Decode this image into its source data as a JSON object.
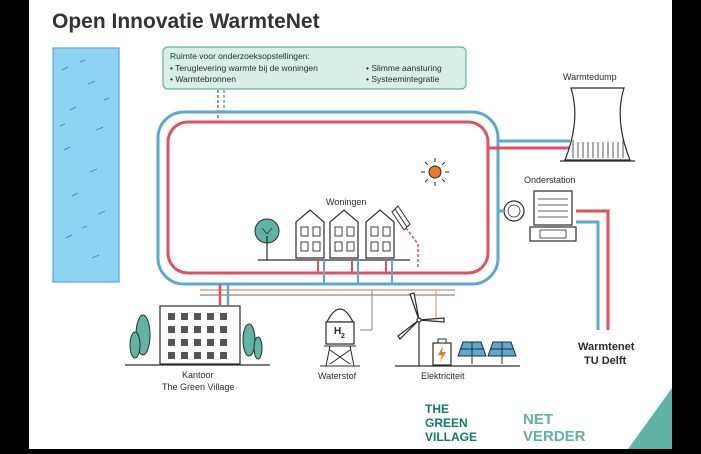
{
  "title": "Open Innovatie WarmteNet",
  "infobox": {
    "heading": "Ruimte voor onderzoeksopstellingen:",
    "items_left": [
      "• Teruglevering warmte bij de woningen",
      "• Warmtebronnen"
    ],
    "items_right": [
      "• Slimme aansturing",
      "• Systeemintegratie"
    ]
  },
  "labels": {
    "warmtedump": "Warmtedump",
    "onderstation": "Onderstation",
    "woningen": "Woningen",
    "kantoor_line1": "Kantoor",
    "kantoor_line2": "The Green Village",
    "waterstof": "Waterstof",
    "elektriciteit": "Elektriciteit",
    "warmtenet_line1": "Warmtenet",
    "warmtenet_line2": "TU Delft",
    "h2_symbol": "H",
    "h2_sub": "2"
  },
  "logos": {
    "green_village": [
      "THE",
      "GREEN",
      "VILLAGE"
    ],
    "net_verder": [
      "NET",
      "VERDER"
    ]
  },
  "colors": {
    "supply_red": "#e0505f",
    "return_blue": "#5aa9d2",
    "teal": "#5fb4a4",
    "green_village": "#0e7c6b",
    "dark": "#2b2b2b"
  }
}
